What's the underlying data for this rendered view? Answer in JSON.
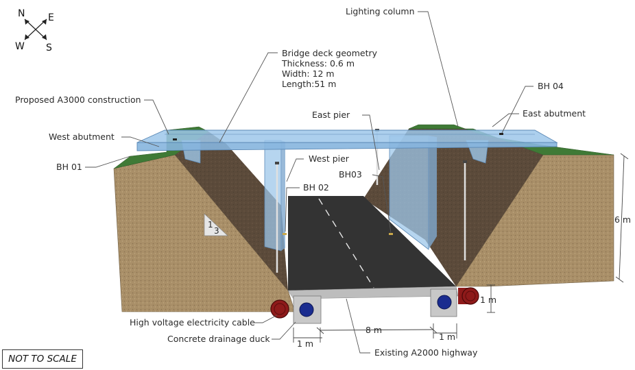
{
  "compass": {
    "n": "N",
    "e": "E",
    "w": "W",
    "s": "S"
  },
  "labels": {
    "lighting_column": "Lighting column",
    "deck_title": "Bridge deck geometry",
    "deck_thickness": "Thickness: 0.6 m",
    "deck_width": "Width: 12 m",
    "deck_length": "Length:51 m",
    "proposed": "Proposed A3000 construction",
    "west_abutment": "West abutment",
    "bh01": "BH 01",
    "bh04": "BH 04",
    "east_abutment": "East abutment",
    "east_pier": "East pier",
    "west_pier": "West pier",
    "bh02": "BH 02",
    "bh03": "BH03",
    "hv_cable": "High voltage electricity cable",
    "drainage": "Concrete drainage duck",
    "existing_highway": "Existing A2000 highway",
    "slope_top": "1",
    "slope_bottom": "3"
  },
  "dimensions": {
    "height_6m": "6 m",
    "road_width_8m": "8 m",
    "duct_left_1m": "1 m",
    "duct_right_1m": "1 m",
    "pipe_depth_1m": "1 m"
  },
  "note": "NOT TO SCALE",
  "colors": {
    "soil": "#a98f68",
    "grass": "#3f7a36",
    "embankment": "#5b4a3a",
    "road": "#333333",
    "deck": "#9ec7ea",
    "concrete": "#c8c8c8",
    "pipe": "#8e1a1a",
    "duct_hole": "#1a2c8f"
  }
}
